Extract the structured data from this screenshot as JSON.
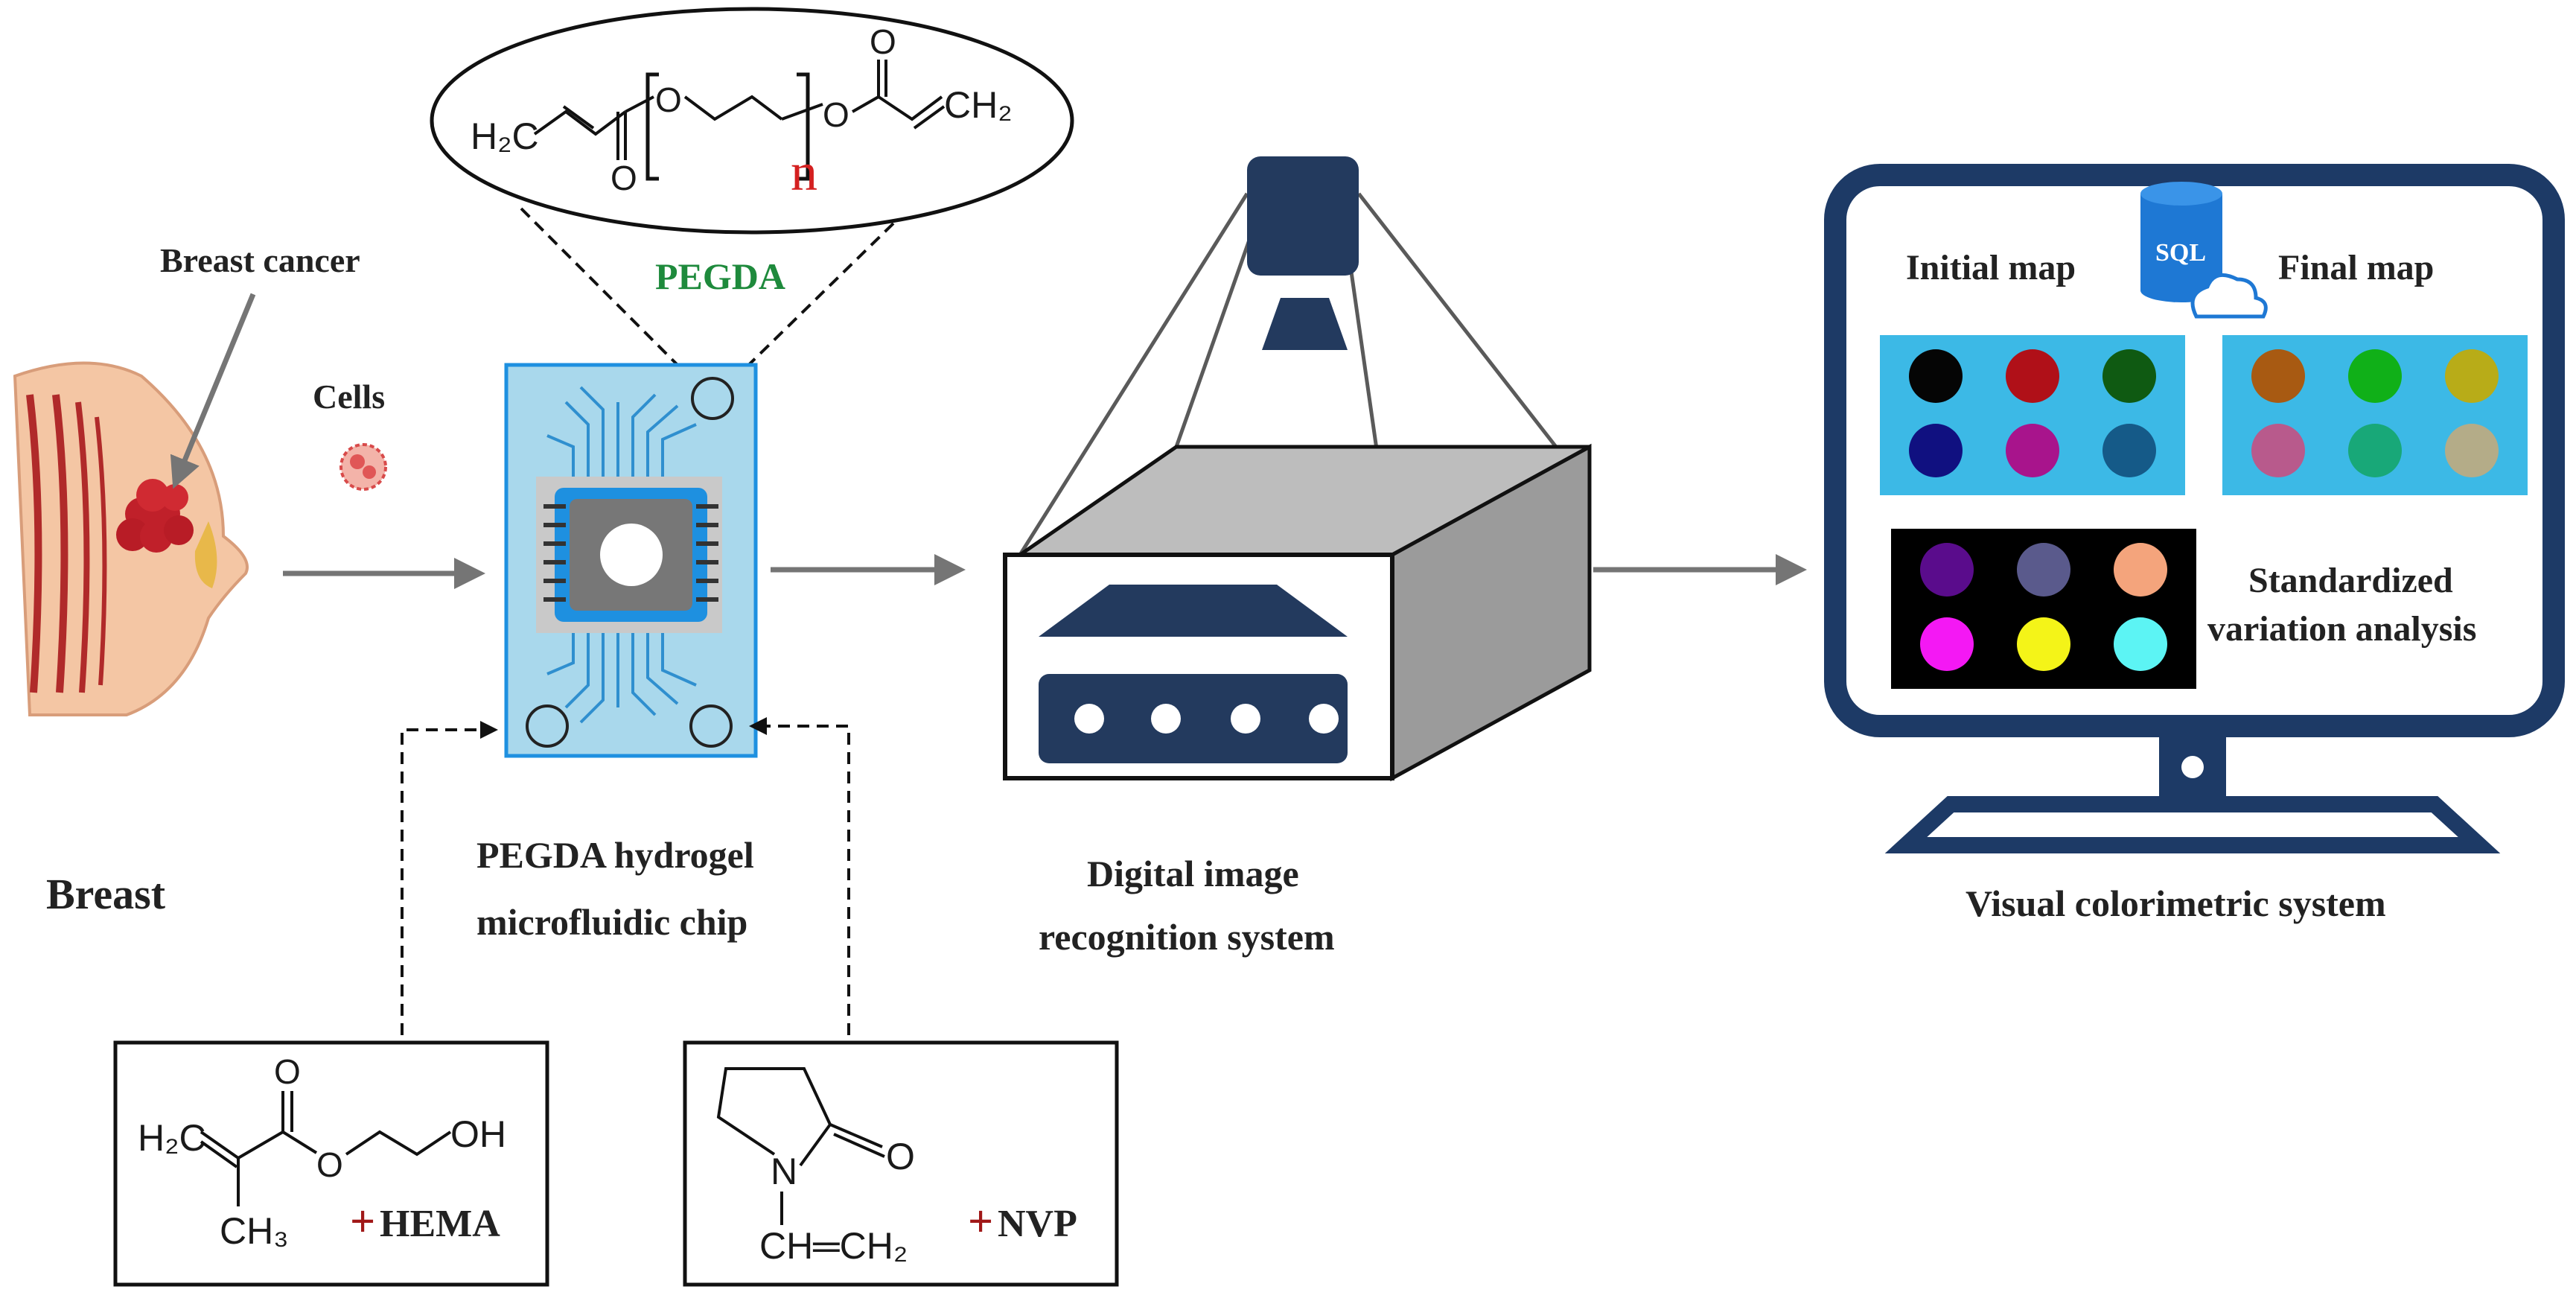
{
  "labels": {
    "breast_cancer": "Breast cancer",
    "cells": "Cells",
    "breast": "Breast",
    "pegda": "PEGDA",
    "chip_line1": "PEGDA hydrogel",
    "chip_line2": "microfluidic chip",
    "dirs_line1": "Digital image",
    "dirs_line2": "recognition system",
    "vcs": "Visual colorimetric system",
    "initial_map": "Initial map",
    "final_map": "Final map",
    "std_line1": "Standardized",
    "std_line2": "variation analysis",
    "sql": "SQL"
  },
  "chem": {
    "pegda_left": "H₂C",
    "pegda_right": "CH₂",
    "pegda_n": "n",
    "o": "O",
    "hema_h2c": "H₂C",
    "hema_oh": "OH",
    "hema_ch3": "CH₃",
    "hema_label": "HEMA",
    "nvp_n": "N",
    "nvp_vinyl": "CH═CH₂",
    "nvp_label": "NVP",
    "plus": "+"
  },
  "colors": {
    "accent_green": "#1e8a3c",
    "plus_red": "#a01818",
    "monitor_blue": "#1d3a66",
    "chip_bg": "#a9d8ec",
    "chip_blue": "#1e90e0",
    "map_bg": "#3cb9e6",
    "machine_dark": "#233a5e",
    "red_n": "#d42020"
  },
  "maps": {
    "initial": [
      "#050505",
      "#b01018",
      "#0f5a12",
      "#101080",
      "#a8148c",
      "#155a88"
    ],
    "final": [
      "#a85a12",
      "#10b018",
      "#b8ac18",
      "#b85a8c",
      "#18a878",
      "#b4ac88"
    ],
    "standardized": [
      "#5a0c8c",
      "#5a5a8c",
      "#f4a47c",
      "#f418f4",
      "#f4f418",
      "#5cf4f4"
    ]
  }
}
